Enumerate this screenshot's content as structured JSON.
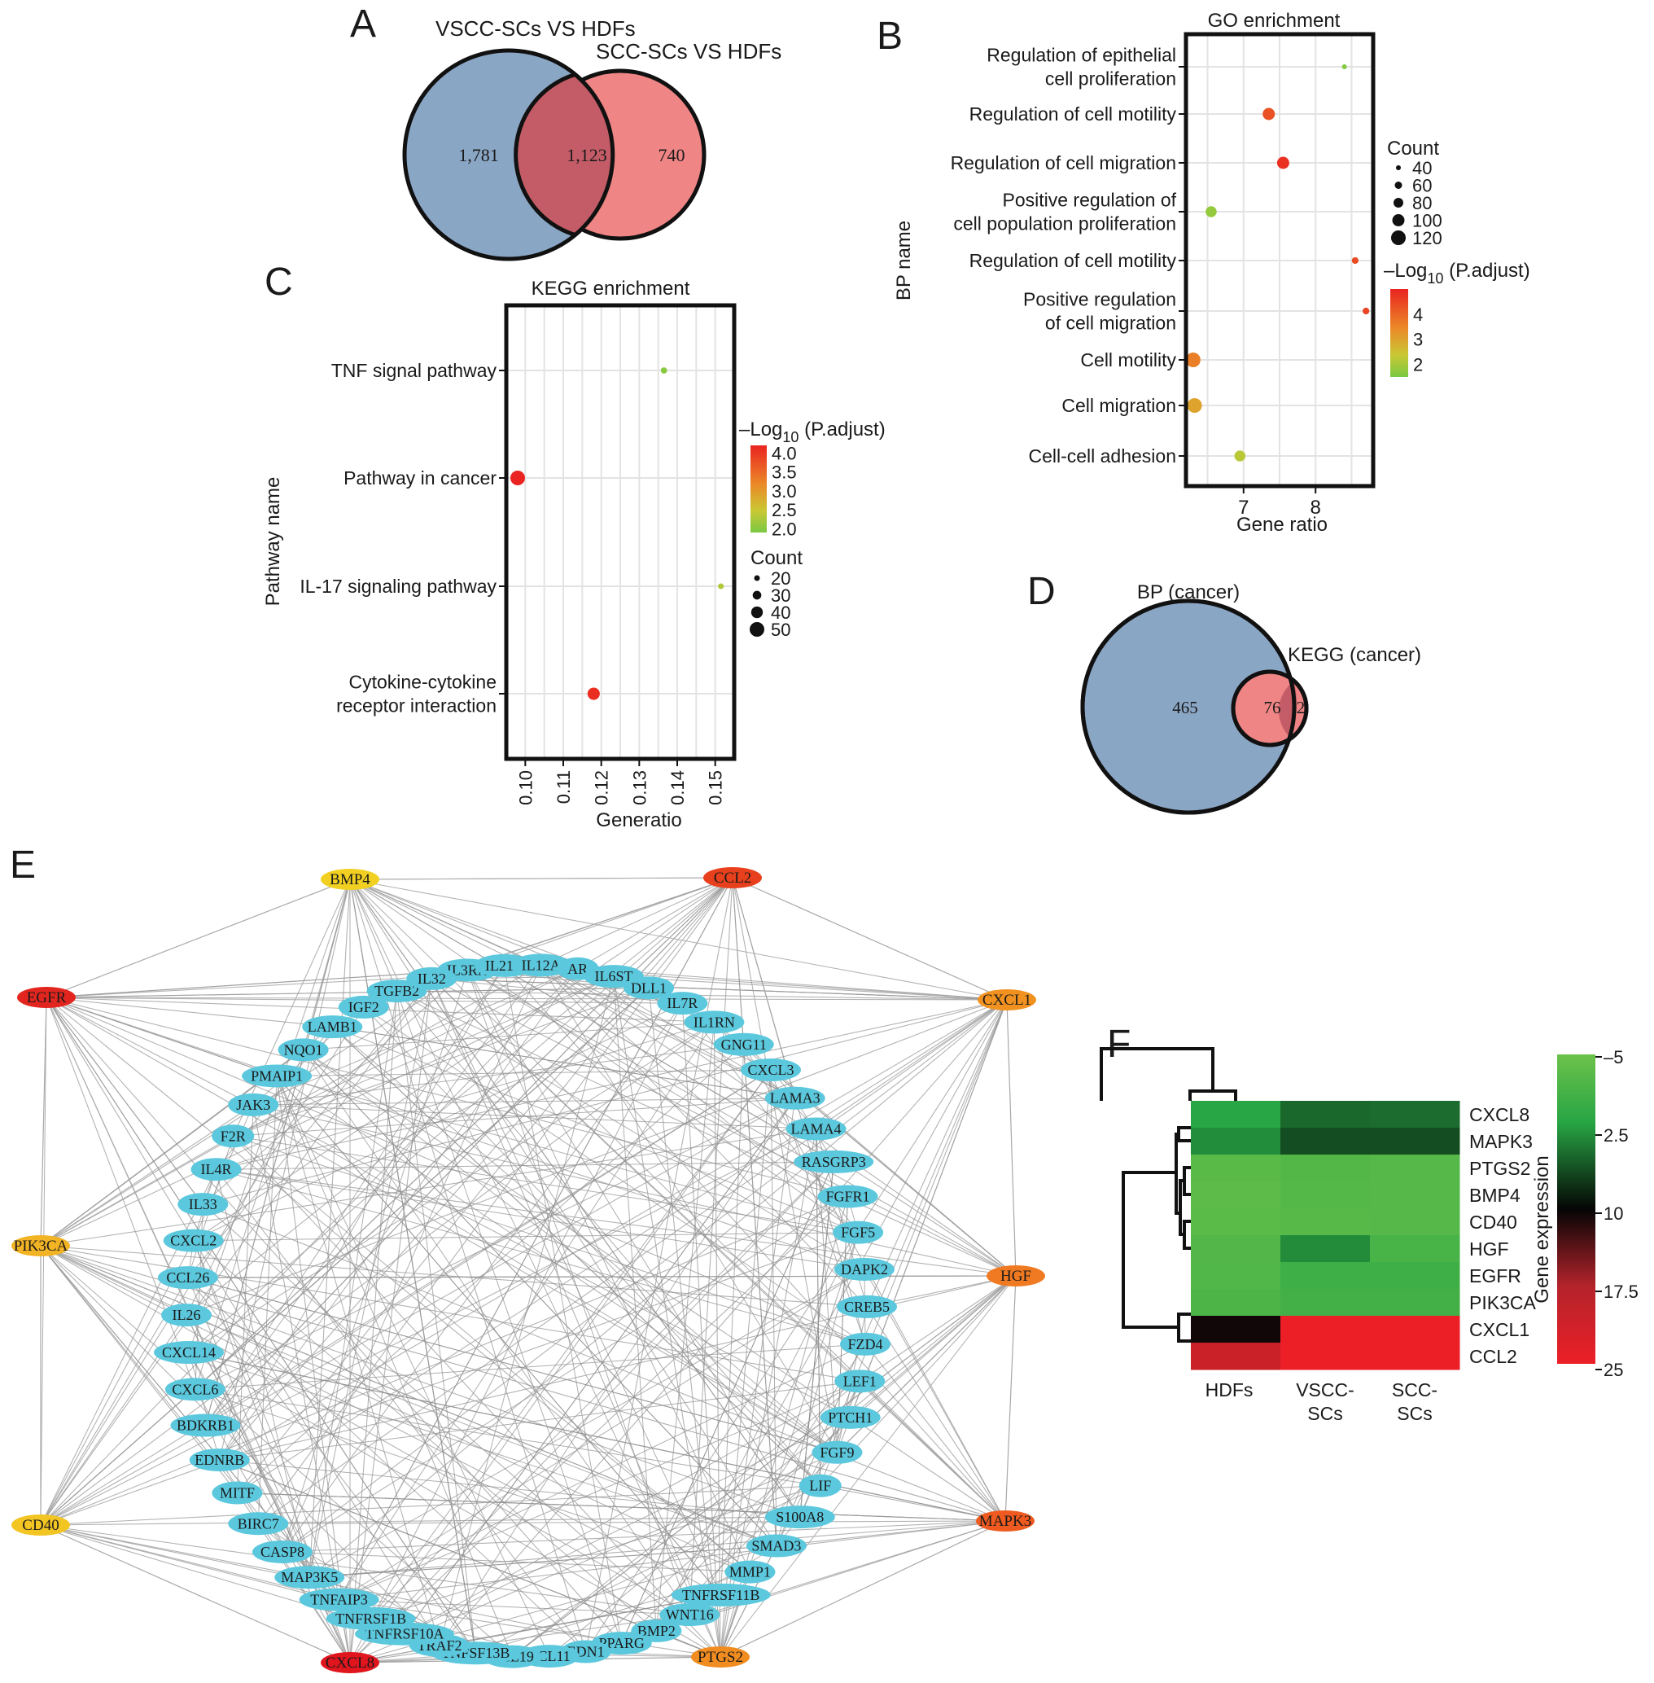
{
  "panels": {
    "a": {
      "letter": "A",
      "set1_label": "VSCC-SCs VS HDFs",
      "set2_label": "SCC-SCs VS HDFs",
      "only1": "1,781",
      "both": "1,123",
      "only2": "740",
      "colors": {
        "set1": "#8aa6c5",
        "set2": "#ef8585",
        "overlap": "#c45c67"
      }
    },
    "b": {
      "letter": "B",
      "chart_data": {
        "type": "scatter",
        "title": "GO enrichment",
        "xlabel": "Gene ratio",
        "ylabel": "BP name",
        "xlim": [
          6.2,
          8.8
        ],
        "xticks": [
          "7",
          "8"
        ],
        "xtick_values": [
          7,
          8
        ],
        "categories": [
          [
            "Regulation of epithelial",
            "cell proliferation"
          ],
          [
            "Regulation of cell motility"
          ],
          [
            "Regulation of cell migration"
          ],
          [
            "Positive regulation of",
            "cell population proliferation"
          ],
          [
            "Regulation of cell motility"
          ],
          [
            "Positive regulation",
            "of cell migration"
          ],
          [
            "Cell motility"
          ],
          [
            "Cell migration"
          ],
          [
            "Cell-cell adhesion"
          ]
        ],
        "points": [
          {
            "x": 8.4,
            "count": 40,
            "neglog": 1.6
          },
          {
            "x": 7.35,
            "count": 100,
            "neglog": 4.3
          },
          {
            "x": 7.55,
            "count": 100,
            "neglog": 4.8
          },
          {
            "x": 6.55,
            "count": 90,
            "neglog": 1.8
          },
          {
            "x": 8.55,
            "count": 55,
            "neglog": 4.4
          },
          {
            "x": 8.7,
            "count": 55,
            "neglog": 4.5
          },
          {
            "x": 6.3,
            "count": 120,
            "neglog": 3.6
          },
          {
            "x": 6.32,
            "count": 120,
            "neglog": 3.0
          },
          {
            "x": 6.95,
            "count": 90,
            "neglog": 2.2
          }
        ],
        "size_legend": {
          "title": "Count",
          "values": [
            40,
            60,
            80,
            100,
            120
          ],
          "labels": [
            "40",
            "60",
            "80",
            "100",
            "120"
          ]
        },
        "color_legend": {
          "title_main": "–Log",
          "title_sub": "10",
          "title_tail": " (P.adjust)",
          "range": [
            1.5,
            5.0
          ],
          "ticks": [
            4,
            3,
            2
          ],
          "labels": [
            "4",
            "3",
            "2"
          ]
        }
      }
    },
    "c": {
      "letter": "C",
      "chart_data": {
        "type": "scatter",
        "title": "KEGG enrichment",
        "xlabel": "Generatio",
        "ylabel": "Pathway name",
        "xlim": [
          0.095,
          0.155
        ],
        "xticks": [
          "0.10",
          "0.11",
          "0.12",
          "0.13",
          "0.14",
          "0.15"
        ],
        "xtick_values": [
          0.1,
          0.11,
          0.12,
          0.13,
          0.14,
          0.15
        ],
        "categories": [
          [
            "TNF signal pathway"
          ],
          [
            "Pathway in cancer"
          ],
          [
            "IL-17 signaling pathway"
          ],
          [
            "Cytokine-cytokine",
            "receptor interaction"
          ]
        ],
        "points": [
          {
            "x": 0.1365,
            "count": 22,
            "neglog": 2.0
          },
          {
            "x": 0.098,
            "count": 50,
            "neglog": 4.2
          },
          {
            "x": 0.1515,
            "count": 20,
            "neglog": 2.3
          },
          {
            "x": 0.118,
            "count": 42,
            "neglog": 4.1
          }
        ],
        "size_legend": {
          "title": "Count",
          "values": [
            20,
            30,
            40,
            50
          ],
          "labels": [
            "20",
            "30",
            "40",
            "50"
          ]
        },
        "color_legend": {
          "title_main": "–Log",
          "title_sub": "10",
          "title_tail": " (P.adjust)",
          "range": [
            1.9,
            4.2
          ],
          "ticks": [
            4.0,
            3.5,
            3.0,
            2.5,
            2.0
          ],
          "labels": [
            "4.0",
            "3.5",
            "3.0",
            "2.5",
            "2.0"
          ]
        }
      }
    },
    "d": {
      "letter": "D",
      "set1_label": "BP (cancer)",
      "set2_label": "KEGG (cancer)",
      "only1": "465",
      "both": "76",
      "only2": "2"
    },
    "e": {
      "letter": "E",
      "hubs": [
        {
          "name": "BMP4",
          "color": "#f1d021"
        },
        {
          "name": "CCL2",
          "color": "#e8401c"
        },
        {
          "name": "EGFR",
          "color": "#e2261f"
        },
        {
          "name": "CXCL1",
          "color": "#f19220"
        },
        {
          "name": "PIK3CA",
          "color": "#f2b324"
        },
        {
          "name": "HGF",
          "color": "#f07a22"
        },
        {
          "name": "CD40",
          "color": "#f3c523"
        },
        {
          "name": "MAPK3",
          "color": "#ee5a1f"
        },
        {
          "name": "CXCL8",
          "color": "#e0151e"
        },
        {
          "name": "PTGS2",
          "color": "#f18c20"
        }
      ],
      "nodes": [
        "IL3RA",
        "IL21R",
        "IL12A",
        "AR",
        "IL6ST",
        "DLL1",
        "IL7R",
        "IL1RN",
        "GNG11",
        "CXCL3",
        "LAMA3",
        "LAMA4",
        "RASGRP3",
        "FGFR1",
        "FGF5",
        "DAPK2",
        "CREB5",
        "FZD4",
        "LEF1",
        "PTCH1",
        "FGF9",
        "LIF",
        "S100A8",
        "SMAD3",
        "MMP1",
        "TNFRSF11B",
        "WNT16",
        "BMP2",
        "PPARG",
        "EDN1",
        "CCL11",
        "CCL19",
        "TNFSF13B",
        "TRAF2",
        "TNFRSF10A",
        "TNFRSF1B",
        "TNFAIP3",
        "MAP3K5",
        "CASP8",
        "BIRC7",
        "MITF",
        "EDNRB",
        "BDKRB1",
        "CXCL6",
        "CXCL14",
        "IL26",
        "CCL26",
        "CXCL2",
        "IL33",
        "IL4R",
        "F2R",
        "JAK3",
        "PMAIP1",
        "NQO1",
        "LAMB1",
        "IGF2",
        "TGFB2",
        "IL32"
      ],
      "node_color": "#5bc8dd"
    },
    "f": {
      "letter": "F",
      "chart_data": {
        "type": "heatmap",
        "rows": [
          "CXCL8",
          "MAPK3",
          "PTGS2",
          "BMP4",
          "CD40",
          "HGF",
          "EGFR",
          "PIK3CA",
          "CXCL1",
          "CCL2"
        ],
        "columns": [
          [
            "HDFs"
          ],
          [
            "VSCC-",
            "SCs"
          ],
          [
            "SCC-",
            "SCs"
          ]
        ],
        "values": [
          [
            1.5,
            4.8,
            4.6
          ],
          [
            2.8,
            6.2,
            6.2
          ],
          [
            -3.2,
            -2.6,
            -2.8
          ],
          [
            -3.5,
            -2.7,
            -2.8
          ],
          [
            -3.4,
            -2.9,
            -2.8
          ],
          [
            -2.5,
            2.9,
            -1.6
          ],
          [
            -2.4,
            -0.6,
            -0.6
          ],
          [
            -2.0,
            -1.0,
            -1.0
          ],
          [
            10.5,
            25,
            25
          ],
          [
            20.5,
            25,
            25
          ]
        ],
        "legend": {
          "title": "Gene expression",
          "range": [
            -5,
            25
          ],
          "ticks": [
            -5,
            2.5,
            10,
            17.5,
            25
          ],
          "labels": [
            "–5",
            "2.5",
            "10",
            "17.5",
            "25"
          ]
        }
      }
    }
  }
}
